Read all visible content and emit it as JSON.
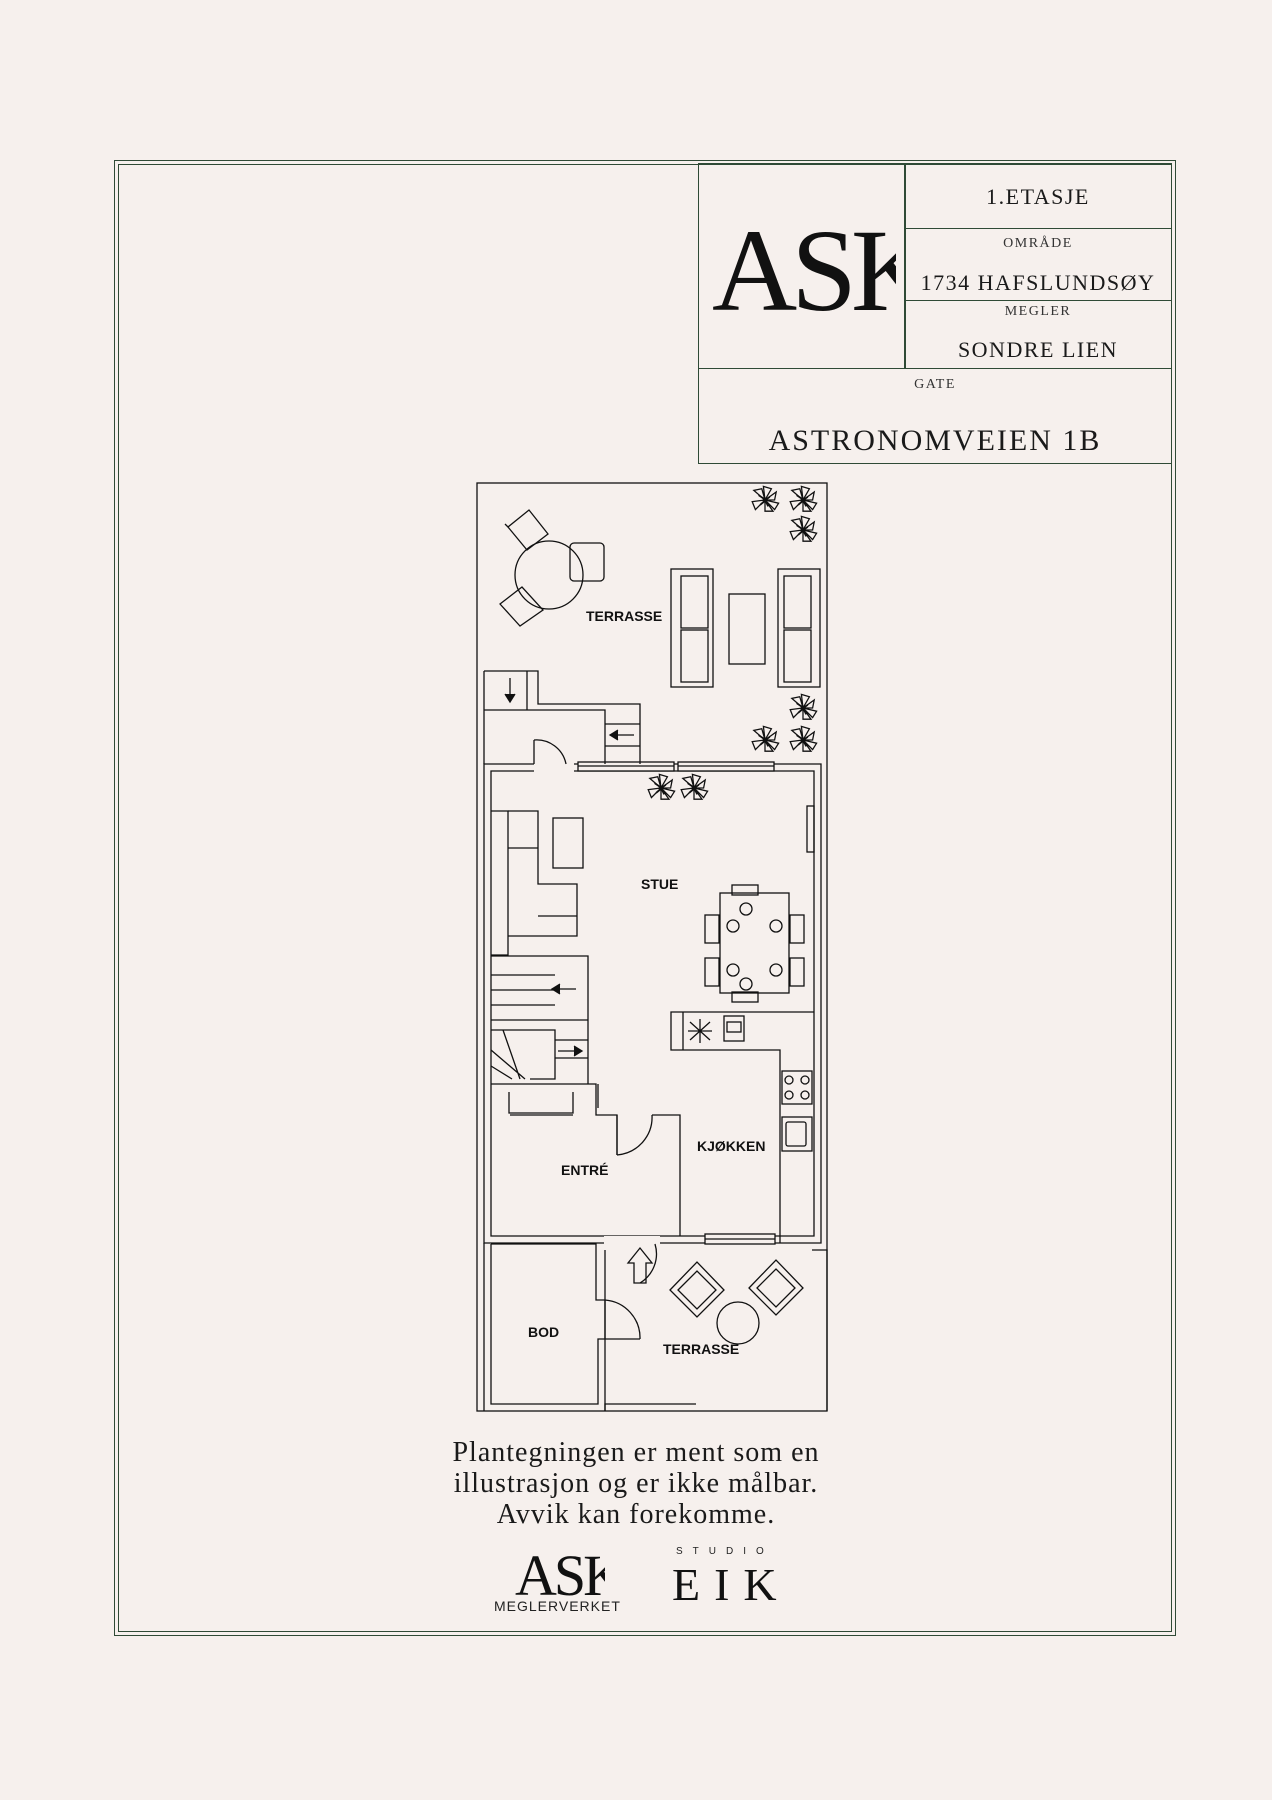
{
  "title_block": {
    "floor": "1.ETASJE",
    "area_label": "OMRÅDE",
    "area_value": "1734 HAFSLUNDSØY",
    "agent_label": "MEGLER",
    "agent_value": "SONDRE LIEN",
    "street_label": "GATE",
    "street_value": "ASTRONOMVEIEN 1B",
    "logo_text": "ASK"
  },
  "rooms": {
    "terrasse_top": "TERRASSE",
    "stue": "STUE",
    "kjokken": "KJØKKEN",
    "entre": "ENTRÉ",
    "bod": "BOD",
    "terrasse_bottom": "TERRASSE"
  },
  "disclaimer": {
    "line1": "Plantegningen er ment som en",
    "line2": "illustrasjon og er ikke målbar.",
    "line3": "Avvik kan forekomme."
  },
  "footer": {
    "ask_logo": "ASK",
    "ask_sub": "MEGLERVERKET",
    "eik_small": "STUDIO",
    "eik_big": "EIK"
  },
  "colors": {
    "background": "#f6f0ed",
    "frame": "#2f4a36",
    "ink": "#1a1a1a"
  }
}
